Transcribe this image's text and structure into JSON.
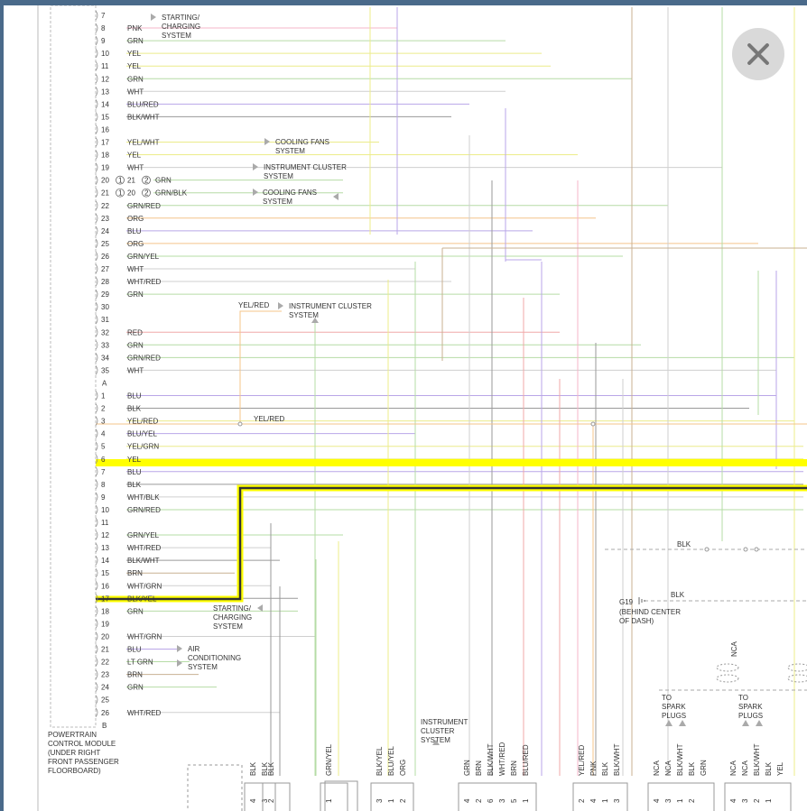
{
  "module": {
    "label": [
      "POWERTRAIN",
      "CONTROL MODULE",
      "(UNDER RIGHT",
      "FRONT PASSENGER",
      "FLOORBOARD)"
    ],
    "connector_a_label": "A",
    "connector_b_label": "B",
    "connector_b_pins": [
      {
        "pin": "7",
        "wire": ""
      },
      {
        "pin": "8",
        "wire": "PNK"
      },
      {
        "pin": "9",
        "wire": "GRN"
      },
      {
        "pin": "10",
        "wire": "YEL"
      },
      {
        "pin": "11",
        "wire": "YEL"
      },
      {
        "pin": "12",
        "wire": "GRN"
      },
      {
        "pin": "13",
        "wire": "WHT"
      },
      {
        "pin": "14",
        "wire": "BLU/RED"
      },
      {
        "pin": "15",
        "wire": "BLK/WHT"
      },
      {
        "pin": "16",
        "wire": ""
      },
      {
        "pin": "17",
        "wire": "YEL/WHT"
      },
      {
        "pin": "18",
        "wire": "YEL"
      },
      {
        "pin": "19",
        "wire": "WHT"
      },
      {
        "pin": "20",
        "wire": ""
      },
      {
        "pin": "21",
        "wire": ""
      },
      {
        "pin": "22",
        "wire": "GRN/RED"
      },
      {
        "pin": "23",
        "wire": "ORG"
      },
      {
        "pin": "24",
        "wire": "BLU"
      },
      {
        "pin": "25",
        "wire": "ORG"
      },
      {
        "pin": "26",
        "wire": "GRN/YEL"
      },
      {
        "pin": "27",
        "wire": "WHT"
      },
      {
        "pin": "28",
        "wire": "WHT/RED"
      },
      {
        "pin": "29",
        "wire": "GRN"
      },
      {
        "pin": "30",
        "wire": ""
      },
      {
        "pin": "31",
        "wire": ""
      },
      {
        "pin": "32",
        "wire": "RED"
      },
      {
        "pin": "33",
        "wire": "GRN"
      },
      {
        "pin": "34",
        "wire": "GRN/RED"
      },
      {
        "pin": "35",
        "wire": "WHT"
      }
    ],
    "pin20_variant": {
      "a": "1",
      "b": "21",
      "c": "2",
      "wire": "GRN"
    },
    "pin21_variant": {
      "a": "1",
      "b": "20",
      "c": "2",
      "wire": "GRN/BLK"
    },
    "connector_a_pins": [
      {
        "pin": "1",
        "wire": "BLU"
      },
      {
        "pin": "2",
        "wire": "BLK"
      },
      {
        "pin": "3",
        "wire": "YEL/RED"
      },
      {
        "pin": "4",
        "wire": "BLU/YEL"
      },
      {
        "pin": "5",
        "wire": "YEL/GRN"
      },
      {
        "pin": "6",
        "wire": "YEL"
      },
      {
        "pin": "7",
        "wire": "BLU"
      },
      {
        "pin": "8",
        "wire": "BLK"
      },
      {
        "pin": "9",
        "wire": "WHT/BLK"
      },
      {
        "pin": "10",
        "wire": "GRN/RED"
      },
      {
        "pin": "11",
        "wire": ""
      },
      {
        "pin": "12",
        "wire": "GRN/YEL"
      },
      {
        "pin": "13",
        "wire": "WHT/RED"
      },
      {
        "pin": "14",
        "wire": "BLK/WHT"
      },
      {
        "pin": "15",
        "wire": "BRN"
      },
      {
        "pin": "16",
        "wire": "WHT/GRN"
      },
      {
        "pin": "17",
        "wire": "BLK/YEL"
      },
      {
        "pin": "18",
        "wire": "GRN"
      },
      {
        "pin": "19",
        "wire": ""
      },
      {
        "pin": "20",
        "wire": "WHT/GRN"
      },
      {
        "pin": "21",
        "wire": "BLU"
      },
      {
        "pin": "22",
        "wire": "LT GRN"
      },
      {
        "pin": "23",
        "wire": "BRN"
      },
      {
        "pin": "24",
        "wire": "GRN"
      },
      {
        "pin": "25",
        "wire": ""
      },
      {
        "pin": "26",
        "wire": "WHT/RED"
      }
    ]
  },
  "systems": {
    "starting_charging": [
      "STARTING/",
      "CHARGING",
      "SYSTEM"
    ],
    "cooling_fans": [
      "COOLING FANS",
      "SYSTEM"
    ],
    "instrument_cluster": [
      "INSTRUMENT CLUSTER",
      "SYSTEM"
    ],
    "instrument_cluster_stacked": [
      "INSTRUMENT",
      "CLUSTER",
      "SYSTEM"
    ],
    "air_conditioning": [
      "AIR",
      "CONDITIONING",
      "SYSTEM"
    ],
    "spark_plugs": [
      "TO",
      "SPARK",
      "PLUGS"
    ],
    "ground": {
      "id": "G19",
      "lines": [
        "(BEHIND CENTER",
        "OF DASH)"
      ]
    }
  },
  "wire_labels": {
    "yel_red": "YEL/RED",
    "blk": "BLK",
    "nca": "NCA"
  },
  "bottom_connectors": [
    {
      "pins": [
        "4",
        "3"
      ],
      "wires": [
        "BLK",
        "BLK"
      ]
    },
    {
      "pins": [
        "2"
      ],
      "wires": [
        "BLK"
      ]
    },
    {
      "pins": [
        "1"
      ],
      "wires": [
        "GRN/YEL"
      ]
    },
    {
      "pins": [
        "3",
        "1",
        "2"
      ],
      "wires": [
        "BLK/YEL",
        "BLU/YEL",
        "ORG"
      ]
    },
    {
      "pins": [
        "4",
        "2",
        "6",
        "3",
        "5",
        "1"
      ],
      "wires": [
        "GRN",
        "BRN",
        "BLK/WHT",
        "WHT/RED",
        "BRN",
        "BLU/RED"
      ]
    },
    {
      "pins": [
        "2",
        "4",
        "1",
        "3"
      ],
      "wires": [
        "YEL/RED",
        "PNK",
        "BLK",
        "BLK/WHT"
      ]
    },
    {
      "pins": [
        "4",
        "3",
        "1",
        "2"
      ],
      "wires": [
        "NCA",
        "NCA",
        "BLK/WHT",
        "BLK",
        "GRN"
      ]
    },
    {
      "pins": [
        "4",
        "3",
        "2",
        "1"
      ],
      "wires": [
        "NCA",
        "NCA",
        "BLK/WHT",
        "BLK",
        "YEL"
      ]
    }
  ],
  "highlight_color": "#ffff00",
  "close_icon": "close-x-icon"
}
